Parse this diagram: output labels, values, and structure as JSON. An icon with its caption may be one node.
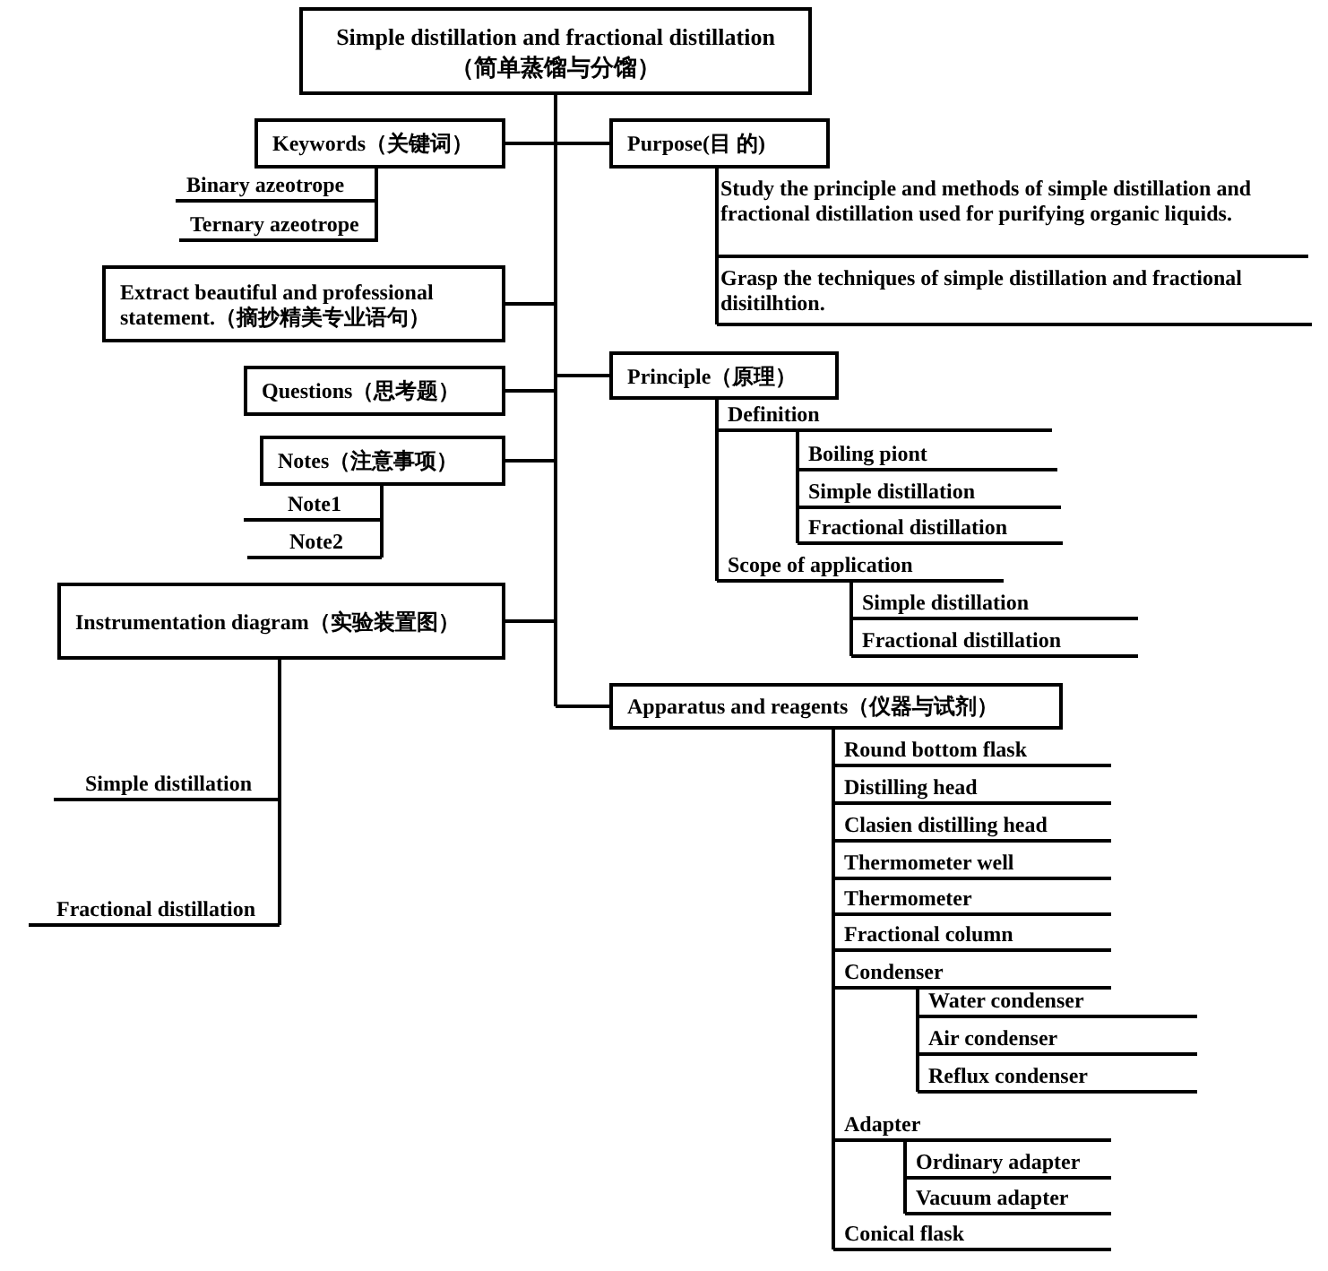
{
  "diagram": {
    "nodes": [
      {
        "text": [
          "Simple distillation and fractional distillation",
          "（简单蒸馏与分馏）"
        ]
      },
      {
        "text": [
          "Keywords（关键词）"
        ]
      },
      {
        "text": [
          "Binary azeotrope"
        ]
      },
      {
        "text": [
          "Ternary azeotrope"
        ]
      },
      {
        "text": [
          "Purpose(目 的)"
        ]
      },
      {
        "text": [
          "Study the principle and methods of simple distillation and fractional distillation used for purifying organic liquids."
        ]
      },
      {
        "text": [
          "Grasp the techniques of simple distillation and fractional disitilhtion."
        ]
      },
      {
        "text": [
          "Extract beautiful and professional statement.（摘抄精美专业语句）"
        ]
      },
      {
        "text": [
          "Questions（思考题）"
        ]
      },
      {
        "text": [
          "Principle（原理）"
        ]
      },
      {
        "text": [
          "Definition"
        ]
      },
      {
        "text": [
          "Boiling piont"
        ]
      },
      {
        "text": [
          "Simple distillation"
        ]
      },
      {
        "text": [
          "Fractional distillation"
        ]
      },
      {
        "text": [
          "Scope of application"
        ]
      },
      {
        "text": [
          "Simple distillation"
        ]
      },
      {
        "text": [
          "Fractional distillation"
        ]
      },
      {
        "text": [
          "Notes（注意事项）"
        ]
      },
      {
        "text": [
          "Note1"
        ]
      },
      {
        "text": [
          "Note2"
        ]
      },
      {
        "text": [
          "Instrumentation diagram（实验装置图）"
        ]
      },
      {
        "text": [
          "Simple distillation"
        ]
      },
      {
        "text": [
          "Fractional distillation"
        ]
      },
      {
        "text": [
          "Apparatus and reagents（仪器与试剂）"
        ]
      },
      {
        "text": [
          "Round bottom flask"
        ]
      },
      {
        "text": [
          "Distilling head"
        ]
      },
      {
        "text": [
          "Clasien distilling head"
        ]
      },
      {
        "text": [
          "Thermometer well"
        ]
      },
      {
        "text": [
          "Thermometer"
        ]
      },
      {
        "text": [
          "Fractional column"
        ]
      },
      {
        "text": [
          "Condenser"
        ]
      },
      {
        "text": [
          "Water condenser"
        ]
      },
      {
        "text": [
          "Air condenser"
        ]
      },
      {
        "text": [
          "Reflux condenser"
        ]
      },
      {
        "text": [
          "Adapter"
        ]
      },
      {
        "text": [
          "Ordinary adapter"
        ]
      },
      {
        "text": [
          "Vacuum adapter"
        ]
      },
      {
        "text": [
          "Conical flask"
        ]
      }
    ],
    "edges": [
      {
        "from": 0,
        "to": 1,
        "arrow": "none"
      },
      {
        "from": 0,
        "to": 4,
        "arrow": "none"
      },
      {
        "from": 0,
        "to": 7,
        "arrow": "none"
      },
      {
        "from": 0,
        "to": 8,
        "arrow": "none"
      },
      {
        "from": 0,
        "to": 9,
        "arrow": "none"
      },
      {
        "from": 0,
        "to": 17,
        "arrow": "none"
      },
      {
        "from": 0,
        "to": 20,
        "arrow": "none"
      },
      {
        "from": 0,
        "to": 23,
        "arrow": "none"
      },
      {
        "from": 1,
        "to": 2,
        "arrow": "none"
      },
      {
        "from": 1,
        "to": 3,
        "arrow": "none"
      },
      {
        "from": 4,
        "to": 5,
        "arrow": "none"
      },
      {
        "from": 4,
        "to": 6,
        "arrow": "none"
      },
      {
        "from": 9,
        "to": 10,
        "arrow": "none"
      },
      {
        "from": 9,
        "to": 14,
        "arrow": "none"
      },
      {
        "from": 10,
        "to": 11,
        "arrow": "none"
      },
      {
        "from": 10,
        "to": 12,
        "arrow": "none"
      },
      {
        "from": 10,
        "to": 13,
        "arrow": "none"
      },
      {
        "from": 14,
        "to": 15,
        "arrow": "none"
      },
      {
        "from": 14,
        "to": 16,
        "arrow": "none"
      },
      {
        "from": 17,
        "to": 18,
        "arrow": "none"
      },
      {
        "from": 17,
        "to": 19,
        "arrow": "none"
      },
      {
        "from": 20,
        "to": 21,
        "arrow": "none"
      },
      {
        "from": 20,
        "to": 22,
        "arrow": "none"
      },
      {
        "from": 23,
        "to": 24,
        "arrow": "none"
      },
      {
        "from": 23,
        "to": 25,
        "arrow": "none"
      },
      {
        "from": 23,
        "to": 26,
        "arrow": "none"
      },
      {
        "from": 23,
        "to": 27,
        "arrow": "none"
      },
      {
        "from": 23,
        "to": 28,
        "arrow": "none"
      },
      {
        "from": 23,
        "to": 29,
        "arrow": "none"
      },
      {
        "from": 23,
        "to": 30,
        "arrow": "none"
      },
      {
        "from": 23,
        "to": 34,
        "arrow": "none"
      },
      {
        "from": 23,
        "to": 37,
        "arrow": "none"
      },
      {
        "from": 30,
        "to": 31,
        "arrow": "none"
      },
      {
        "from": 30,
        "to": 32,
        "arrow": "none"
      },
      {
        "from": 30,
        "to": 33,
        "arrow": "none"
      },
      {
        "from": 34,
        "to": 35,
        "arrow": "none"
      },
      {
        "from": 34,
        "to": 36,
        "arrow": "none"
      }
    ]
  }
}
